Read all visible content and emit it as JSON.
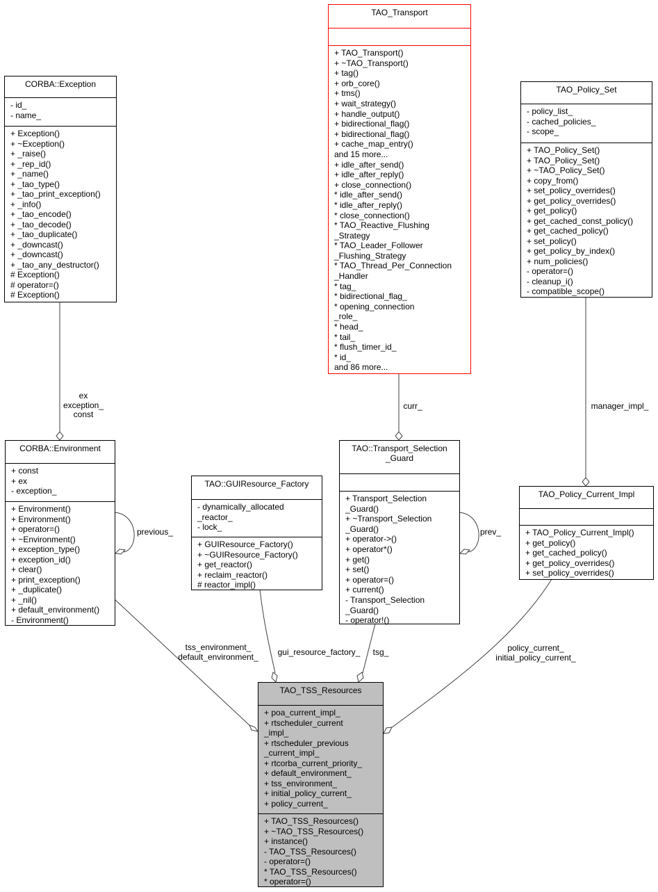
{
  "diagram": {
    "type": "uml-collaboration",
    "classes": {
      "corba_exception": {
        "name": "CORBA::Exception",
        "attributes": [
          "- id_",
          "- name_"
        ],
        "methods": [
          "+ Exception()",
          "+ ~Exception()",
          "+ _raise()",
          "+ _rep_id()",
          "+ _name()",
          "+ _tao_type()",
          "+ _tao_print_exception()",
          "+ _info()",
          "+ _tao_encode()",
          "+ _tao_decode()",
          "+ _tao_duplicate()",
          "+ _downcast()",
          "+ _downcast()",
          "+ _tao_any_destructor()",
          "# Exception()",
          "# operator=()",
          "# Exception()"
        ]
      },
      "tao_transport": {
        "name": "TAO_Transport",
        "border_color": "#ff0000",
        "attributes": [],
        "methods": [
          "+ TAO_Transport()",
          "+ ~TAO_Transport()",
          "+ tag()",
          "+ orb_core()",
          "+ tms()",
          "+ wait_strategy()",
          "+ handle_output()",
          "+ bidirectional_flag()",
          "+ bidirectional_flag()",
          "+ cache_map_entry()",
          "and 15 more...",
          "+ idle_after_send()",
          "+ idle_after_reply()",
          "+ close_connection()",
          "* idle_after_send()",
          "* idle_after_reply()",
          "* close_connection()",
          "* TAO_Reactive_Flushing",
          "_Strategy",
          "* TAO_Leader_Follower",
          "_Flushing_Strategy",
          "* TAO_Thread_Per_Connection",
          "_Handler",
          "* tag_",
          "* bidirectional_flag_",
          "* opening_connection",
          "_role_",
          "* head_",
          "* tail_",
          "* flush_timer_id_",
          "* id_",
          "and 86 more..."
        ]
      },
      "tao_policy_set": {
        "name": "TAO_Policy_Set",
        "attributes": [
          "- policy_list_",
          "- cached_policies_",
          "- scope_"
        ],
        "methods": [
          "+ TAO_Policy_Set()",
          "+ TAO_Policy_Set()",
          "+ ~TAO_Policy_Set()",
          "+ copy_from()",
          "+ set_policy_overrides()",
          "+ get_policy_overrides()",
          "+ get_policy()",
          "+ get_cached_const_policy()",
          "+ get_cached_policy()",
          "+ set_policy()",
          "+ get_policy_by_index()",
          "+ num_policies()",
          "- operator=()",
          "- cleanup_i()",
          "- compatible_scope()"
        ]
      },
      "corba_environment": {
        "name": "CORBA::Environment",
        "attributes": [
          "+ const",
          "+ ex",
          "- exception_"
        ],
        "methods": [
          "+ Environment()",
          "+ Environment()",
          "+ operator=()",
          "+ ~Environment()",
          "+ exception_type()",
          "+ exception_id()",
          "+ clear()",
          "+ print_exception()",
          "+ _duplicate()",
          "+ _nil()",
          "+ default_environment()",
          "- Environment()"
        ]
      },
      "gui_resource_factory": {
        "name": "TAO::GUIResource_Factory",
        "attributes": [
          "- dynamically_allocated",
          "_reactor_",
          "- lock_"
        ],
        "methods": [
          "+ GUIResource_Factory()",
          "+ ~GUIResource_Factory()",
          "+ get_reactor()",
          "+ reclaim_reactor()",
          "# reactor_impl()"
        ]
      },
      "transport_selection_guard": {
        "name": "TAO::Transport_Selection\n_Guard",
        "attributes": [],
        "methods": [
          "+ Transport_Selection",
          "_Guard()",
          "+ ~Transport_Selection",
          "_Guard()",
          "+ operator->()",
          "+ operator*()",
          "+ get()",
          "+ set()",
          "+ operator=()",
          "+ current()",
          "- Transport_Selection",
          "_Guard()",
          "- operator!()"
        ]
      },
      "policy_current_impl": {
        "name": "TAO_Policy_Current_Impl",
        "attributes": [],
        "methods": [
          "+ TAO_Policy_Current_Impl()",
          "+ get_policy()",
          "+ get_cached_policy()",
          "+ get_policy_overrides()",
          "+ set_policy_overrides()"
        ]
      },
      "tss_resources": {
        "name": "TAO_TSS_Resources",
        "fill_color": "#bfbfbf",
        "attributes": [
          "+ poa_current_impl_",
          "+ rtscheduler_current",
          "_impl_",
          "+ rtscheduler_previous",
          "_current_impl_",
          "+ rtcorba_current_priority_",
          "+ default_environment_",
          "+ tss_environment_",
          "+ initial_policy_current_",
          "+ policy_current_"
        ],
        "methods": [
          "+ TAO_TSS_Resources()",
          "+ ~TAO_TSS_Resources()",
          "+ instance()",
          "- TAO_TSS_Resources()",
          "- operator=()",
          "* TAO_TSS_Resources()",
          "* operator=()"
        ]
      }
    },
    "edges": [
      {
        "from": "corba_exception",
        "to": "corba_environment",
        "label": "ex\nexception_\nconst"
      },
      {
        "from": "tao_transport",
        "to": "transport_selection_guard",
        "label": "curr_"
      },
      {
        "from": "tao_policy_set",
        "to": "policy_current_impl",
        "label": "manager_impl_"
      },
      {
        "from": "corba_environment",
        "to": "corba_environment",
        "label": "previous_"
      },
      {
        "from": "transport_selection_guard",
        "to": "transport_selection_guard",
        "label": "prev_"
      },
      {
        "from": "corba_environment",
        "to": "tss_resources",
        "label": "tss_environment_\ndefault_environment_"
      },
      {
        "from": "gui_resource_factory",
        "to": "tss_resources",
        "label": "gui_resource_factory_"
      },
      {
        "from": "transport_selection_guard",
        "to": "tss_resources",
        "label": "tsg_"
      },
      {
        "from": "policy_current_impl",
        "to": "tss_resources",
        "label": "policy_current_\ninitial_policy_current_"
      }
    ]
  }
}
